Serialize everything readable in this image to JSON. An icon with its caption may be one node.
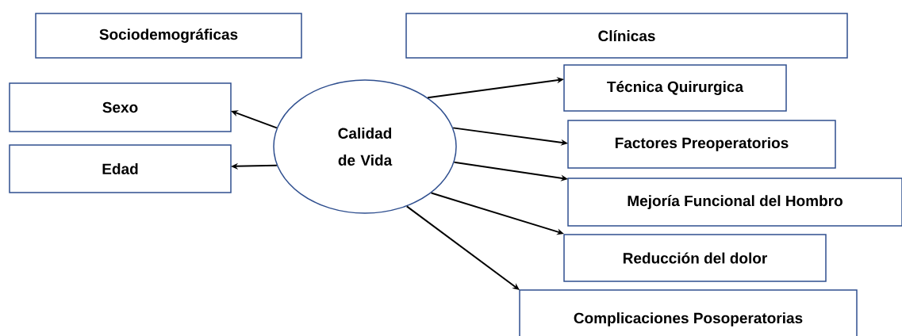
{
  "diagram": {
    "nodes": [
      {
        "text": [
          "Sociodemográficas"
        ]
      },
      {
        "text": [
          "Clínicas"
        ]
      },
      {
        "text": [
          "Sexo"
        ]
      },
      {
        "text": [
          "Edad"
        ]
      },
      {
        "text": [
          "Calidad de Vida"
        ]
      },
      {
        "text": [
          "Técnica Quirurgica"
        ]
      },
      {
        "text": [
          "Factores Preoperatorios"
        ]
      },
      {
        "text": [
          "Mejoría Funcional del Hombro"
        ]
      },
      {
        "text": [
          "Reducción del dolor"
        ]
      },
      {
        "text": [
          "Complicaciones Posoperatorias"
        ]
      }
    ],
    "edges": [
      {
        "from": 4,
        "to": 2,
        "arrow": "to"
      },
      {
        "from": 4,
        "to": 3,
        "arrow": "to"
      },
      {
        "from": 4,
        "to": 5,
        "arrow": "to"
      },
      {
        "from": 4,
        "to": 6,
        "arrow": "to"
      },
      {
        "from": 4,
        "to": 7,
        "arrow": "to"
      },
      {
        "from": 4,
        "to": 8,
        "arrow": "to"
      },
      {
        "from": 4,
        "to": 9,
        "arrow": "to"
      }
    ]
  }
}
